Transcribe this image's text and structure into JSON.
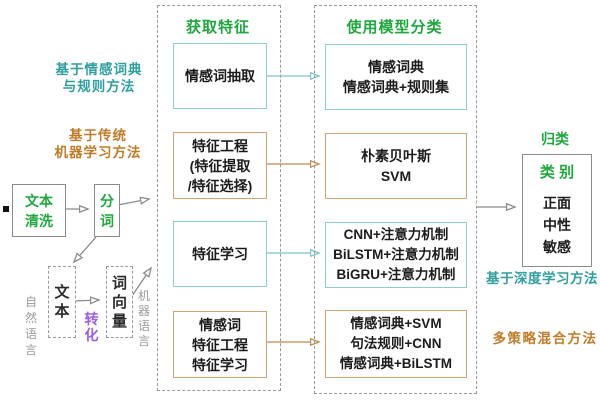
{
  "headers": {
    "features": "获取特征",
    "models": "使用模型分类"
  },
  "method_labels": {
    "dict_rule": [
      "基于情感词典",
      "与规则方法"
    ],
    "traditional_ml": [
      "基于传统",
      "机器学习方法"
    ],
    "deep_learning": "基于深度学习方法",
    "hybrid": "多策略混合方法"
  },
  "preprocess": {
    "text_clean": [
      "文本",
      "清洗"
    ],
    "segmentation": "分词",
    "text": "文本",
    "word_vector": "词向量",
    "natural_language": "自然语言",
    "machine_language": "机器语言",
    "transform": "转化"
  },
  "feature_boxes": [
    {
      "lines": [
        "情感词抽取"
      ]
    },
    {
      "lines": [
        "特征工程",
        "(特征提取",
        "/特征选择)"
      ]
    },
    {
      "lines": [
        "特征学习"
      ]
    },
    {
      "lines": [
        "情感词",
        "特征工程",
        "特征学习"
      ]
    }
  ],
  "model_boxes": [
    {
      "lines": [
        "情感词典",
        "情感词典+规则集"
      ]
    },
    {
      "lines": [
        "朴素贝叶斯",
        "SVM"
      ]
    },
    {
      "lines": [
        "CNN+注意力机制",
        "BiLSTM+注意力机制",
        "BiGRU+注意力机制"
      ]
    },
    {
      "lines": [
        "情感词典+SVM",
        "句法规则+CNN",
        "情感词典+BiLSTM"
      ]
    }
  ],
  "output": {
    "classify_label": "归类",
    "category_title": "类 别",
    "categories": [
      "正面",
      "中性",
      "敏感"
    ]
  },
  "colors": {
    "green": "#1fa83d",
    "teal_border": "#8ccdd0",
    "teal_text": "#2f9fa0",
    "orange_border": "#cfa478",
    "orange_text": "#c07c28",
    "purple": "#9b5de4",
    "gray": "#8b8b8b",
    "light_gray_text": "#9b9b9b"
  }
}
